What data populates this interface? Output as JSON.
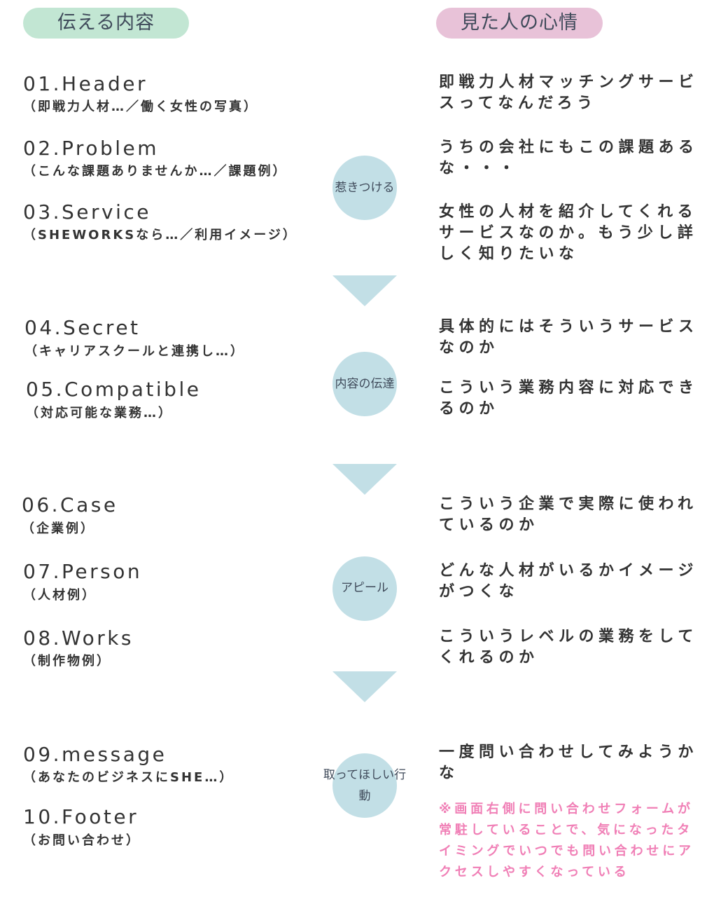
{
  "headers": {
    "left": "伝える内容",
    "right": "見た人の心情",
    "left_color": "#c2e6d3",
    "right_color": "#e8c2d8"
  },
  "sections": [
    {
      "title": "01.Header",
      "sub": "（即戦力人材…／働く女性の写真）"
    },
    {
      "title": "02.Problem",
      "sub": "（こんな課題ありませんか…／課題例）"
    },
    {
      "title": "03.Service",
      "sub": "（SHEWORKSなら…／利用イメージ）"
    },
    {
      "title": "04.Secret",
      "sub": "（キャリアスクールと連携し…）"
    },
    {
      "title": "05.Compatible",
      "sub": "（対応可能な業務…）"
    },
    {
      "title": "06.Case",
      "sub": "（企業例）"
    },
    {
      "title": "07.Person",
      "sub": "（人材例）"
    },
    {
      "title": "08.Works",
      "sub": "（制作物例）"
    },
    {
      "title": "09.message",
      "sub": "（あなたのビジネスにSHE…）"
    },
    {
      "title": "10.Footer",
      "sub": "（お問い合わせ）"
    }
  ],
  "feelings": [
    "即戦力人材マッチングサービスってなんだろう",
    "うちの会社にもこの課題あるな・・・",
    "女性の人材を紹介してくれるサービスなのか。もう少し詳しく知りたいな",
    "具体的にはそういうサービスなのか",
    "こういう業務内容に対応できるのか",
    "こういう企業で実際に使われているのか",
    "どんな人材がいるかイメージがつくな",
    "こういうレベルの業務をしてくれるのか",
    "一度問い合わせしてみようかな"
  ],
  "stages": [
    "惹きつける",
    "内容の伝達",
    "アピール",
    "取ってほしい行動"
  ],
  "note": "※画面右側に問い合わせフォームが常駐していることで、気になったタイミングでいつでも問い合わせにアクセスしやすくなっている",
  "colors": {
    "circle": "#c2dfe6",
    "note": "#f07fb6",
    "text": "#333333"
  }
}
